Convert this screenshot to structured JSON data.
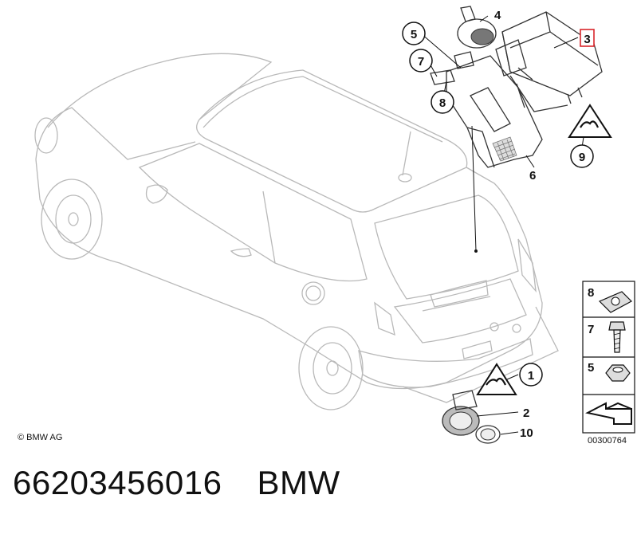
{
  "copyright": "© BMW AG",
  "diagram_code": "00300764",
  "part_number": "66203456016",
  "brand": "BMW",
  "callouts": [
    {
      "id": "c1",
      "label": "1"
    },
    {
      "id": "c2",
      "label": "2"
    },
    {
      "id": "c3",
      "label": "3",
      "highlighted": true
    },
    {
      "id": "c4",
      "label": "4"
    },
    {
      "id": "c5",
      "label": "5"
    },
    {
      "id": "c6",
      "label": "6"
    },
    {
      "id": "c7",
      "label": "7"
    },
    {
      "id": "c8",
      "label": "8"
    },
    {
      "id": "c9",
      "label": "9"
    },
    {
      "id": "c10",
      "label": "10"
    }
  ],
  "legend": [
    {
      "label": "8",
      "icon": "clip-nut-icon"
    },
    {
      "label": "7",
      "icon": "bolt-icon"
    },
    {
      "label": "5",
      "icon": "hex-nut-icon"
    },
    {
      "label": "",
      "icon": "arrow-icon"
    }
  ],
  "colors": {
    "highlight": "#d9262b",
    "line": "#b9b9b9",
    "ink": "#111111"
  }
}
